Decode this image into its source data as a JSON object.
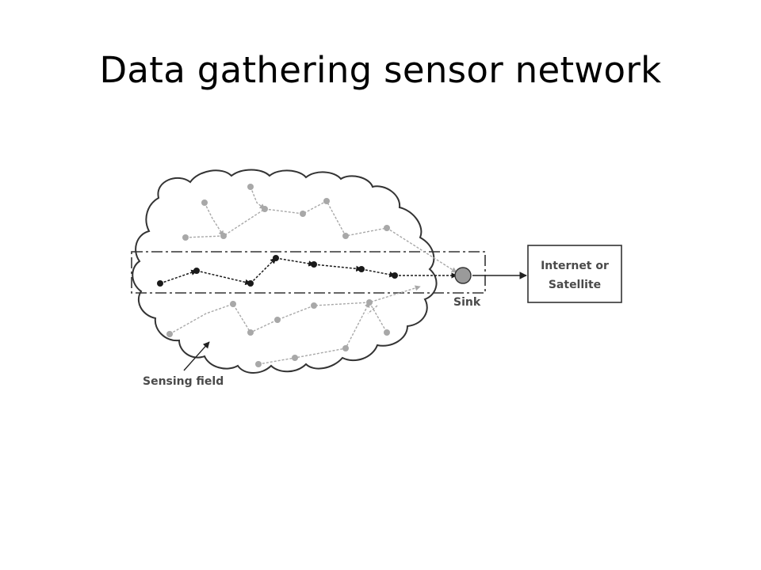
{
  "slide": {
    "title": "Data gathering sensor network"
  },
  "diagram": {
    "internet_box": {
      "line1": "Internet or",
      "line2": "Satellite"
    },
    "sink_label": "Sink",
    "field_label": "Sensing field",
    "colors": {
      "active_path": "#1a1a1a",
      "inactive_path": "#a8a8a8",
      "sink_fill": "#9a9a9a",
      "outline": "#333333"
    }
  }
}
